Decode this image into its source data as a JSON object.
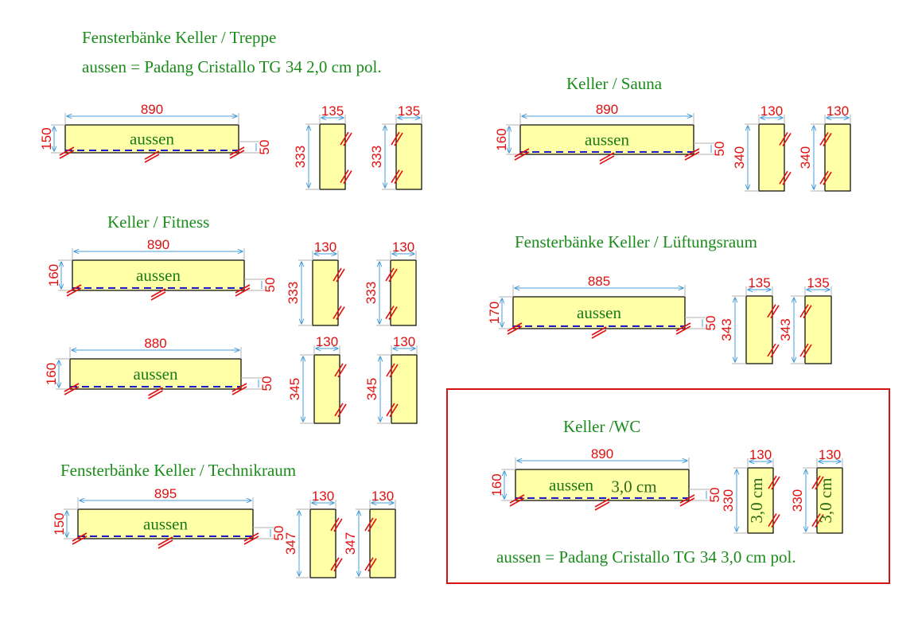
{
  "colors": {
    "heading": "#1a8c1a",
    "dimension": "#e01010",
    "dimension_line": "#4a9ed8",
    "slab_fill": "#ffffa8",
    "dashed_edge": "#1a1acc",
    "highlight_box": "#d41414"
  },
  "header": {
    "title": "Fensterbänke Keller / Treppe",
    "material": "aussen = Padang Cristallo TG 34 2,0 cm pol."
  },
  "groups": [
    {
      "id": "treppe",
      "title": "",
      "slab": {
        "length": "890",
        "depth": "150",
        "edge": "50",
        "label": "aussen"
      },
      "sides": [
        {
          "width": "135",
          "height": "333"
        },
        {
          "width": "135",
          "height": "333"
        }
      ]
    },
    {
      "id": "sauna",
      "title": "Keller / Sauna",
      "slab": {
        "length": "890",
        "depth": "160",
        "edge": "50",
        "label": "aussen"
      },
      "sides": [
        {
          "width": "130",
          "height": "340"
        },
        {
          "width": "130",
          "height": "340"
        }
      ]
    },
    {
      "id": "fitness-1",
      "title": "Keller / Fitness",
      "slab": {
        "length": "890",
        "depth": "160",
        "edge": "50",
        "label": "aussen"
      },
      "sides": [
        {
          "width": "130",
          "height": "333"
        },
        {
          "width": "130",
          "height": "333"
        }
      ]
    },
    {
      "id": "lueftung",
      "title": "Fensterbänke Keller / Lüftungsraum",
      "slab": {
        "length": "885",
        "depth": "170",
        "edge": "50",
        "label": "aussen"
      },
      "sides": [
        {
          "width": "135",
          "height": "343"
        },
        {
          "width": "135",
          "height": "343"
        }
      ]
    },
    {
      "id": "fitness-2",
      "title": "",
      "slab": {
        "length": "880",
        "depth": "160",
        "edge": "50",
        "label": "aussen"
      },
      "sides": [
        {
          "width": "130",
          "height": "345"
        },
        {
          "width": "130",
          "height": "345"
        }
      ]
    },
    {
      "id": "technik",
      "title": "Fensterbänke Keller / Technikraum",
      "slab": {
        "length": "895",
        "depth": "150",
        "edge": "50",
        "label": "aussen"
      },
      "sides": [
        {
          "width": "130",
          "height": "347"
        },
        {
          "width": "130",
          "height": "347"
        }
      ]
    },
    {
      "id": "wc",
      "title": "Keller /WC",
      "slab": {
        "length": "890",
        "depth": "160",
        "edge": "50",
        "label": "aussen",
        "thickness": "3,0 cm"
      },
      "sides": [
        {
          "width": "130",
          "height": "330",
          "thickness": "3,0 cm"
        },
        {
          "width": "130",
          "height": "330",
          "thickness": "3,0 cm"
        }
      ],
      "material": "aussen = Padang Cristallo TG 34 3,0 cm pol."
    }
  ]
}
